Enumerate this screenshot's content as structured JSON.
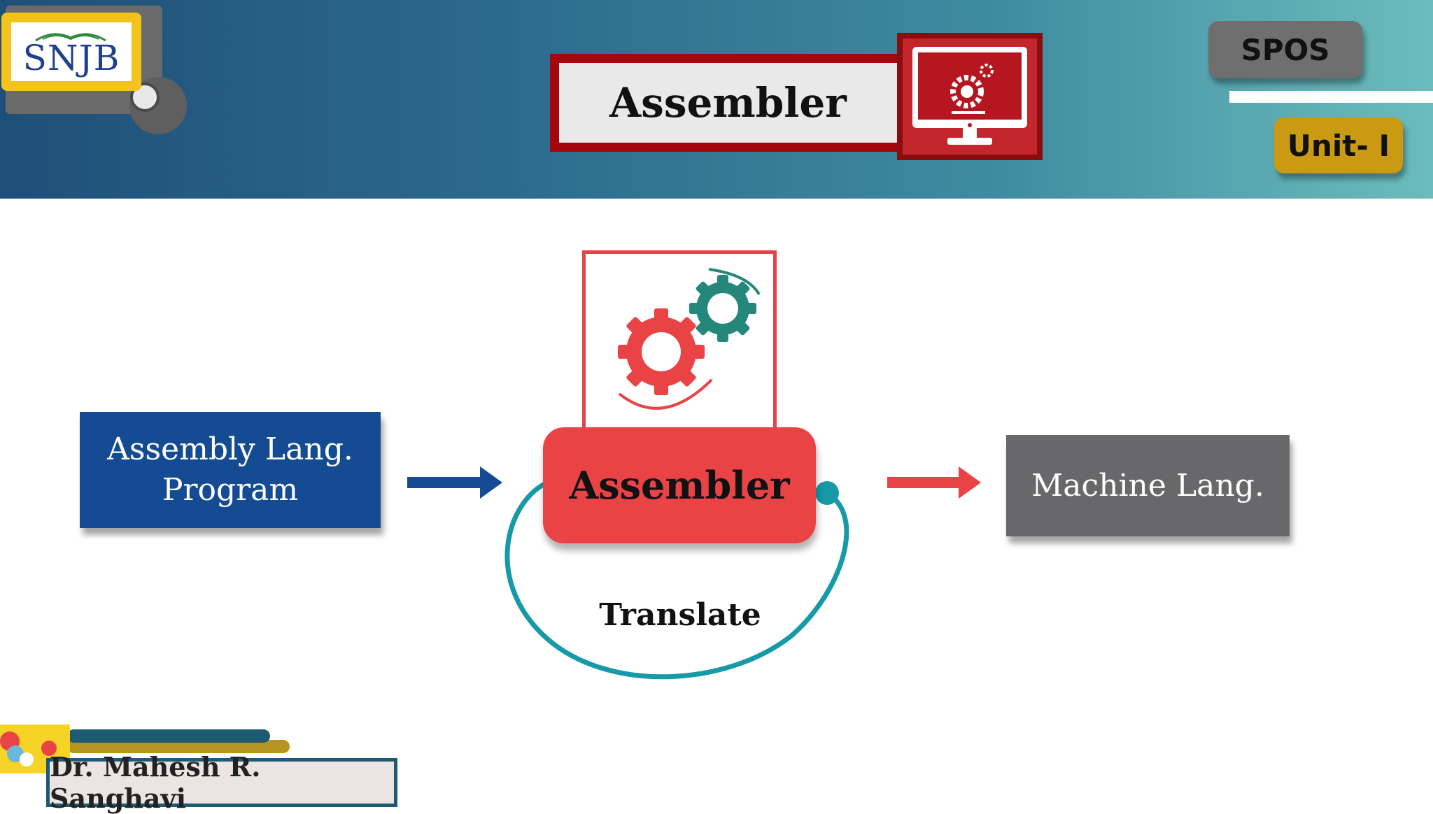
{
  "header": {
    "logo_text": "SNJB",
    "title": "Assembler",
    "subject": "SPOS",
    "unit": "Unit- I"
  },
  "diagram": {
    "input_label_line1": "Assembly Lang.",
    "input_label_line2": "Program",
    "process_label": "Assembler",
    "output_label": "Machine Lang.",
    "loop_label": "Translate"
  },
  "footer": {
    "author": "Dr. Mahesh R. Sanghavi"
  },
  "colors": {
    "header_start": "#1f4f78",
    "header_end": "#6cbcbd",
    "input_box": "#144b93",
    "process_box": "#e94346",
    "output_box": "#68676a",
    "loop_arc": "#169aa7",
    "title_border": "#a4060b",
    "subject_chip": "#6f6f6f",
    "unit_chip": "#c99a12"
  },
  "icons": [
    "monitor-gear-icon",
    "gears-icon",
    "arrow-right-icon"
  ]
}
